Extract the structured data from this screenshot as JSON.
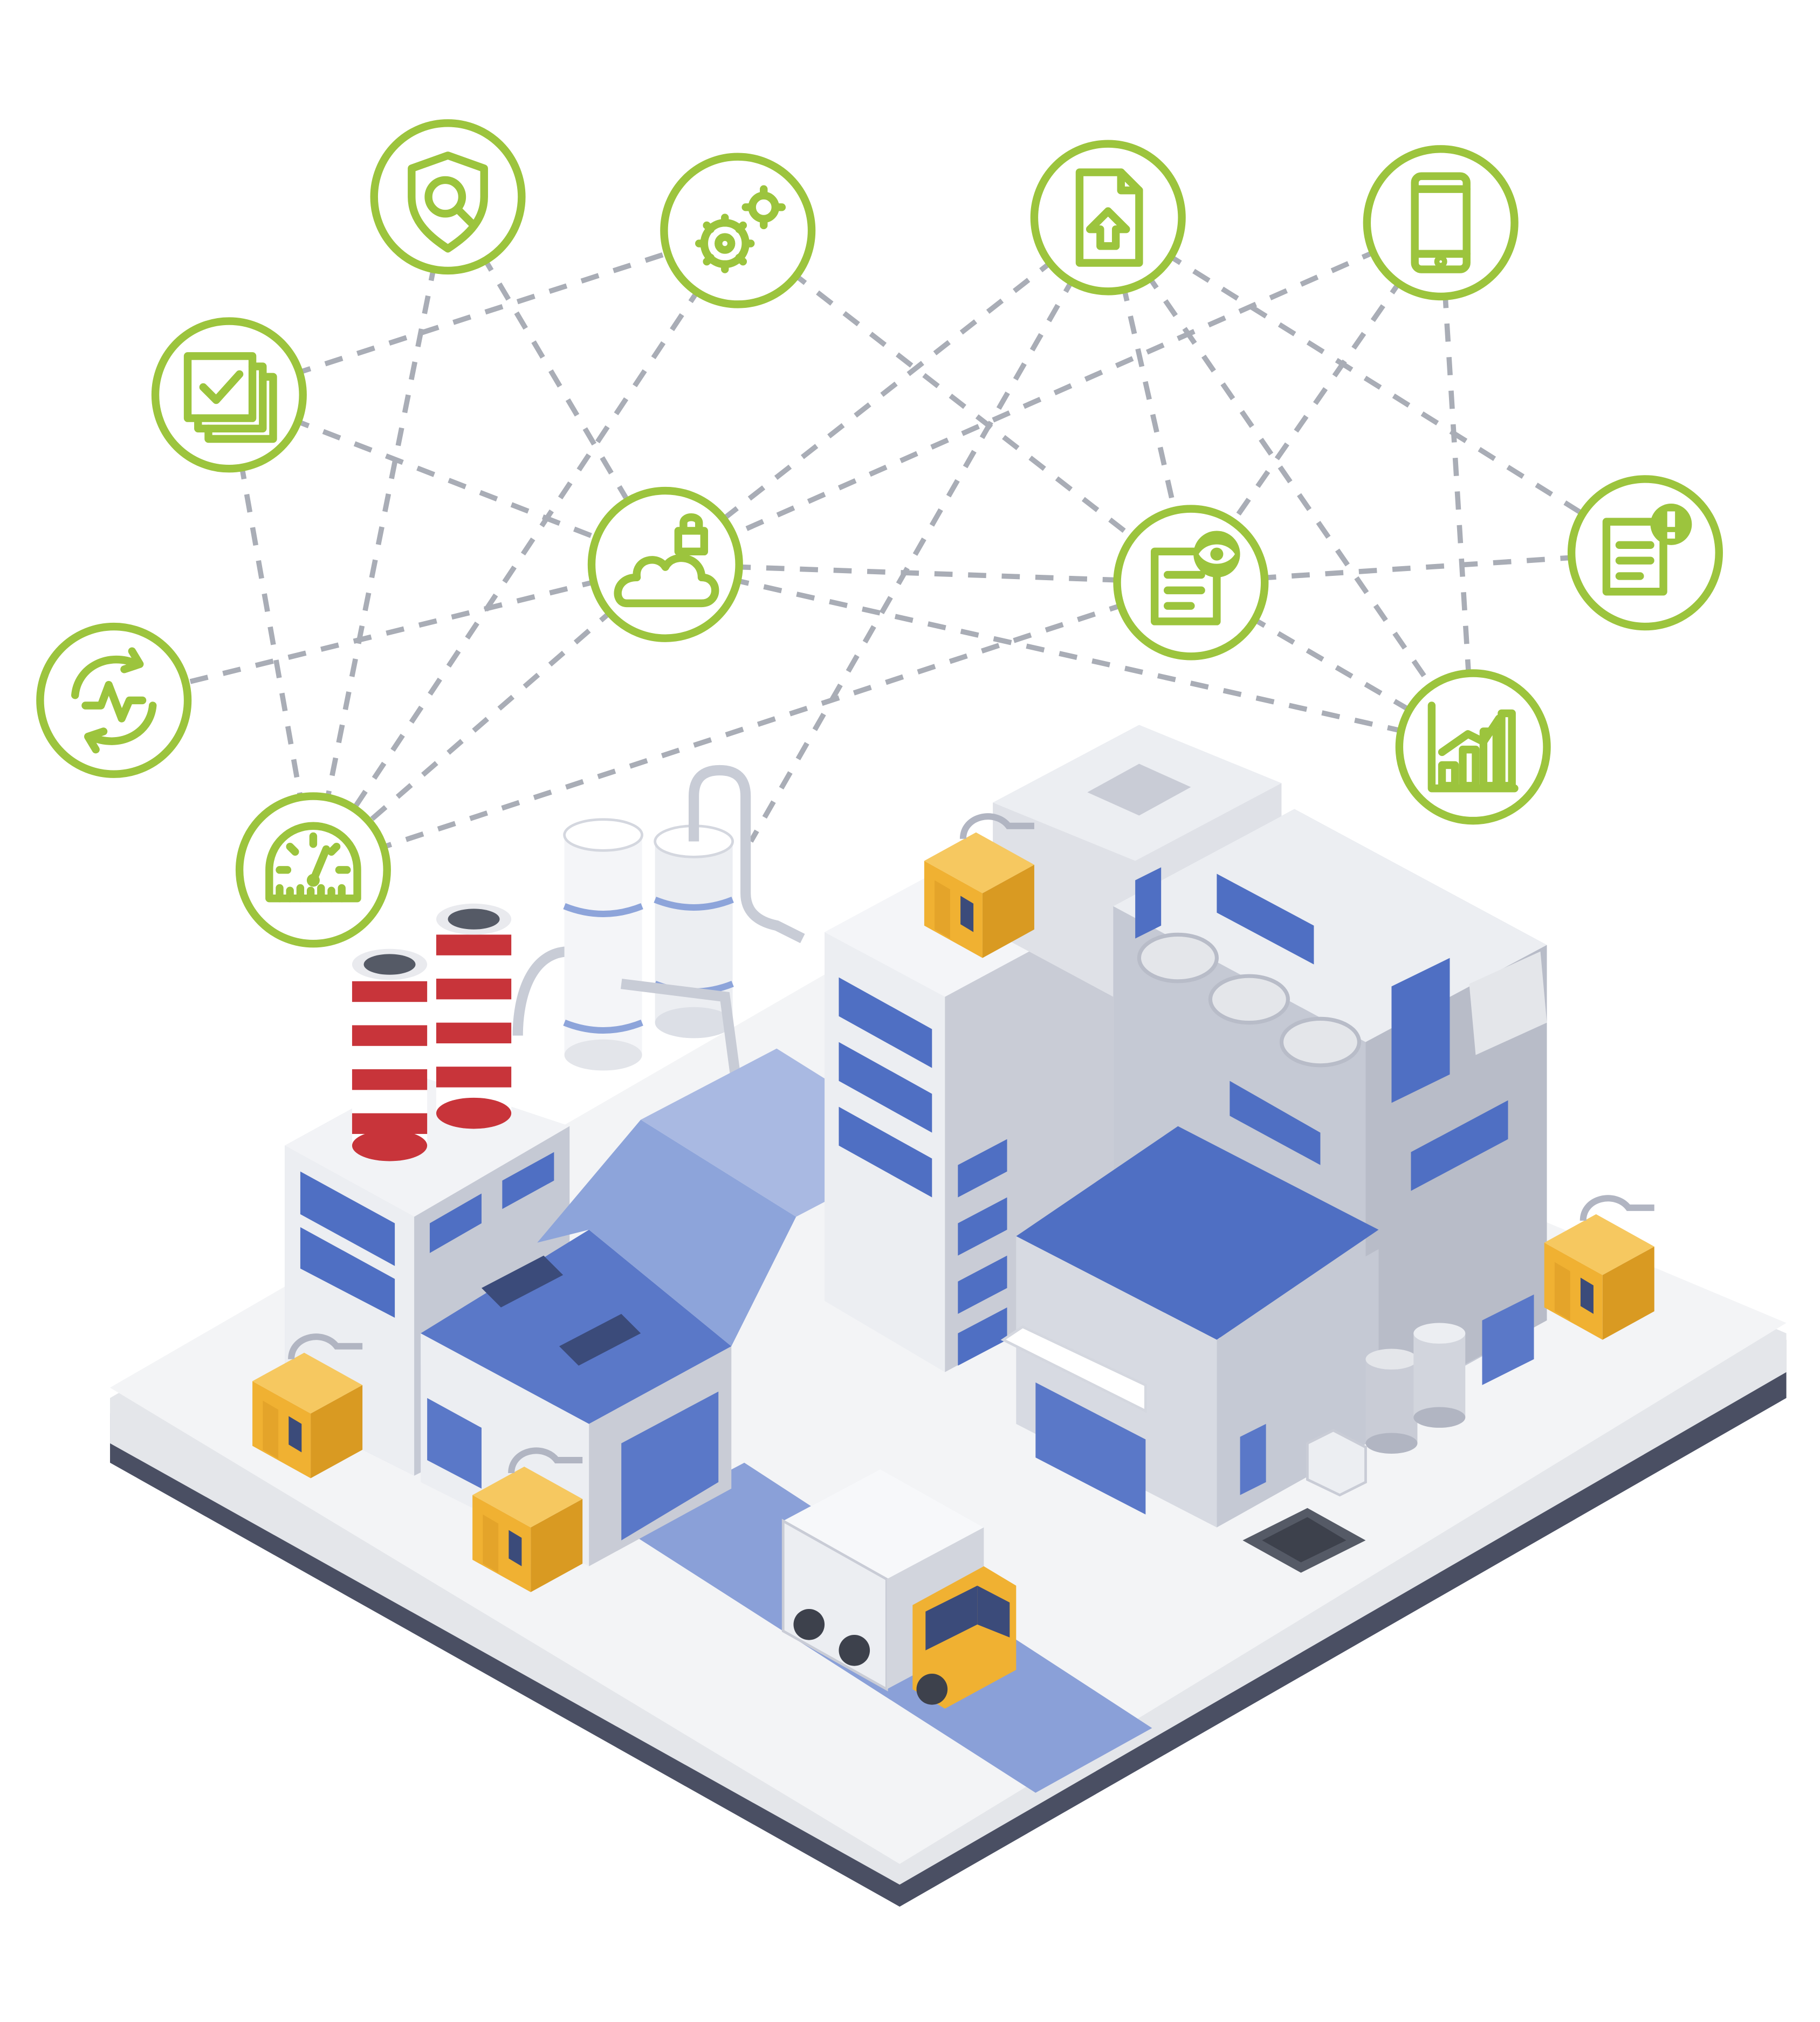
{
  "colors": {
    "accent": "#9cc43d",
    "roof_blue": "#4f6fc3",
    "roof_blue_light": "#8da4da",
    "road_blue": "#8aa0d8",
    "wall_light": "#eceef2",
    "wall_mid": "#c9ccd6",
    "wall_dark": "#b1b5c2",
    "equipment_yellow": "#f0b132",
    "stack_red": "#c8343a",
    "platform": "#f1f2f5",
    "link": "#a9adb6"
  },
  "nodes": [
    {
      "id": "shield-search",
      "icon": "shield-search-icon"
    },
    {
      "id": "gears",
      "icon": "gears-icon"
    },
    {
      "id": "file-upload",
      "icon": "file-upload-icon"
    },
    {
      "id": "mobile",
      "icon": "mobile-phone-icon"
    },
    {
      "id": "checklist",
      "icon": "checklist-icon"
    },
    {
      "id": "cloud-lock",
      "icon": "cloud-lock-icon"
    },
    {
      "id": "document-view",
      "icon": "document-eye-icon"
    },
    {
      "id": "document-alert",
      "icon": "document-alert-icon"
    },
    {
      "id": "cycle-wave",
      "icon": "cycle-wave-icon"
    },
    {
      "id": "bar-chart",
      "icon": "bar-chart-icon"
    },
    {
      "id": "gauge",
      "icon": "gauge-icon"
    }
  ],
  "links": [
    [
      "checklist",
      "gears"
    ],
    [
      "checklist",
      "cloud-lock"
    ],
    [
      "checklist",
      "gauge"
    ],
    [
      "shield-search",
      "cloud-lock"
    ],
    [
      "shield-search",
      "gauge"
    ],
    [
      "gears",
      "gauge"
    ],
    [
      "gears",
      "document-view"
    ],
    [
      "file-upload",
      "cloud-lock"
    ],
    [
      "file-upload",
      "document-view"
    ],
    [
      "file-upload",
      "bar-chart"
    ],
    [
      "file-upload",
      "document-alert"
    ],
    [
      "mobile",
      "cloud-lock"
    ],
    [
      "mobile",
      "document-view"
    ],
    [
      "mobile",
      "bar-chart"
    ],
    [
      "cloud-lock",
      "document-view"
    ],
    [
      "cloud-lock",
      "bar-chart"
    ],
    [
      "cloud-lock",
      "cycle-wave"
    ],
    [
      "cloud-lock",
      "gauge"
    ],
    [
      "document-view",
      "document-alert"
    ],
    [
      "document-view",
      "bar-chart"
    ],
    [
      "document-view",
      "gauge"
    ],
    [
      "file-upload",
      "tanks"
    ]
  ],
  "scene": {
    "illustration": "isometric-factory",
    "vehicle": "truck-icon",
    "equipment": "generator-icon"
  }
}
